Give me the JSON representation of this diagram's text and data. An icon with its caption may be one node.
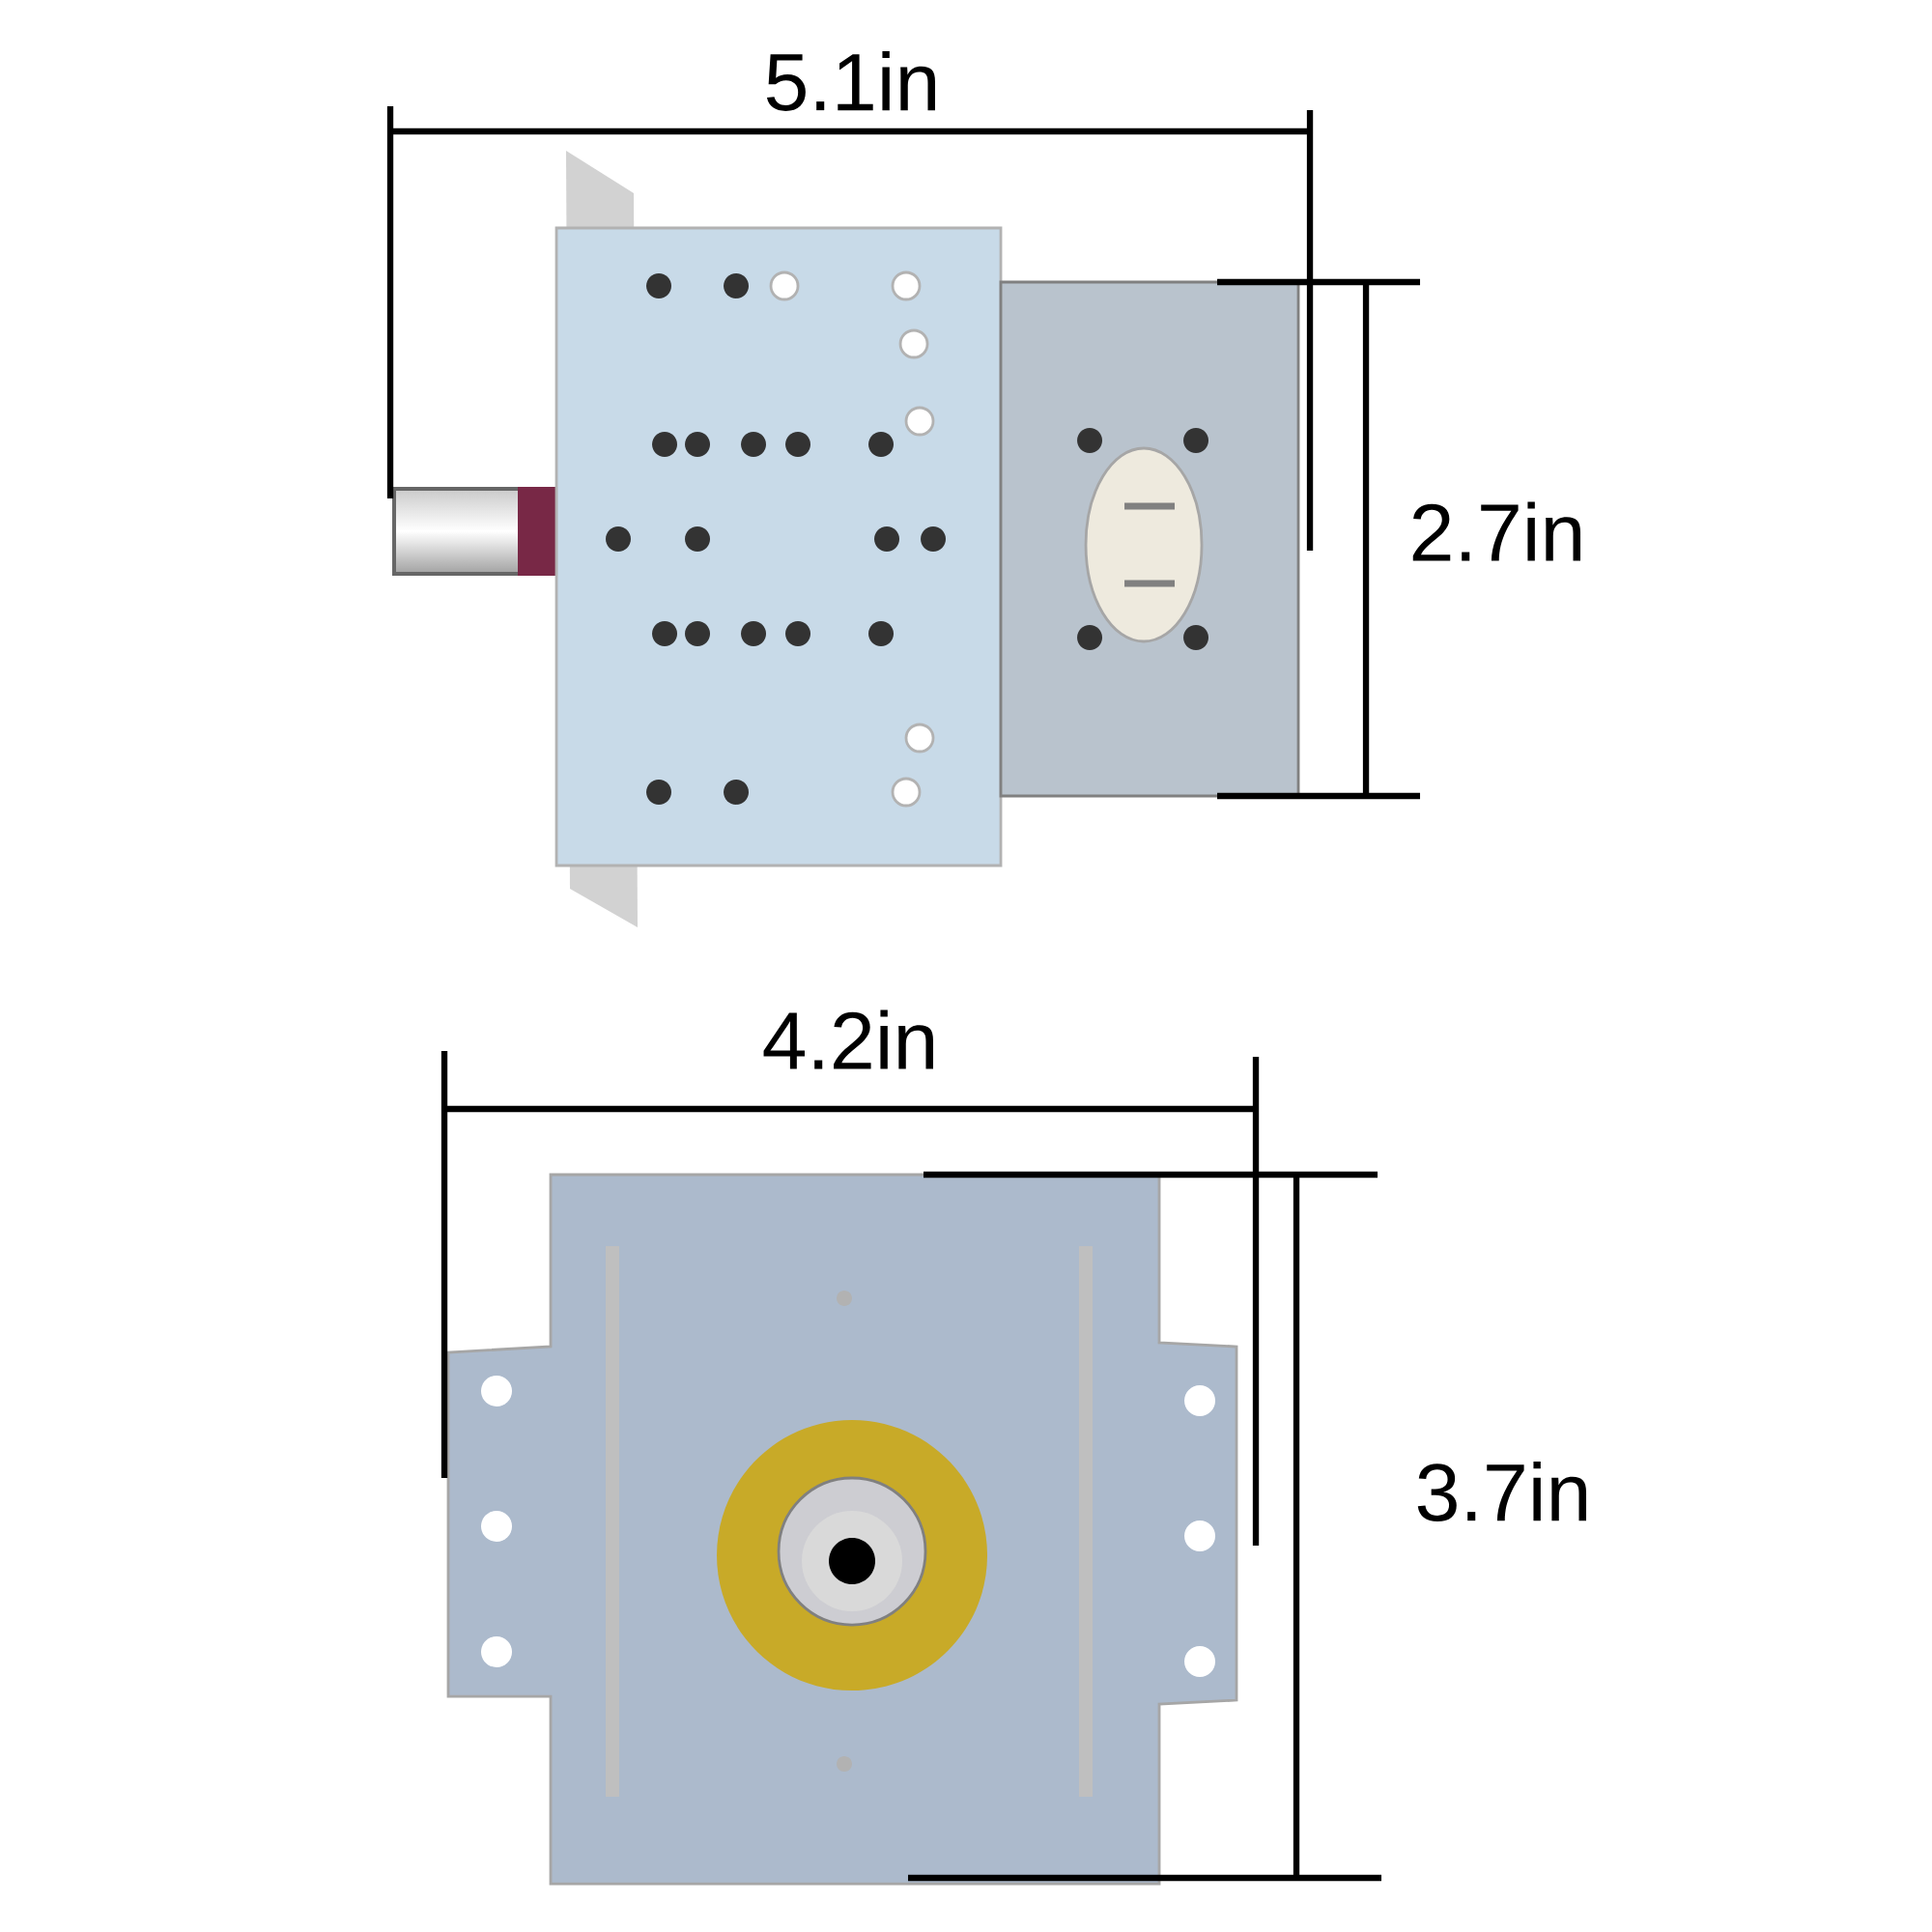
{
  "diagram": {
    "labels": [
      "5.1in",
      "2.7in",
      "4.2in",
      "3.7in"
    ]
  }
}
